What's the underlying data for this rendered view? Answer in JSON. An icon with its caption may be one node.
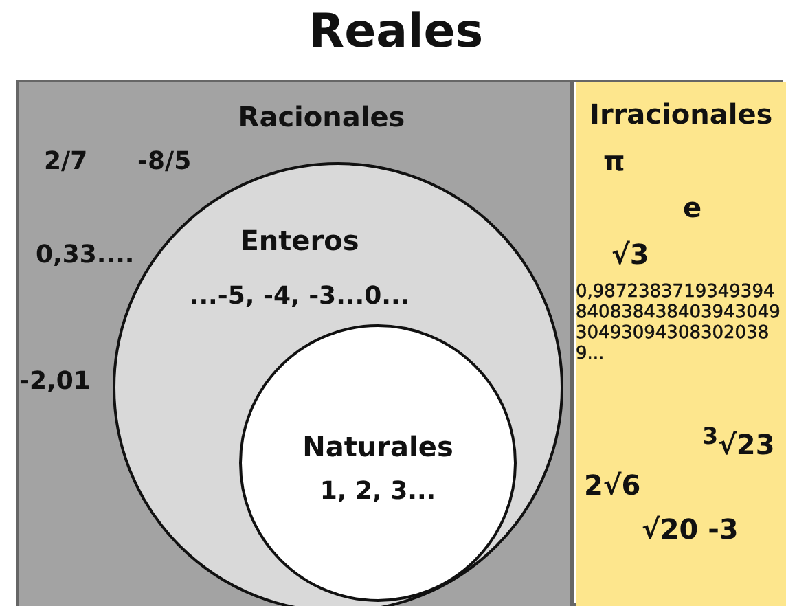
{
  "diagram": {
    "nodes": [
      {
        "text": [
          "Reales"
        ]
      },
      {
        "text": [
          "Racionales",
          "2/7",
          "-8/5",
          "0,33....",
          "-2,01"
        ],
        "in": 0
      },
      {
        "text": [
          "Enteros",
          "...-5, -4, -3...0..."
        ],
        "in": 1
      },
      {
        "text": [
          "Naturales",
          "1, 2, 3..."
        ],
        "in": 2
      },
      {
        "text": [
          "Irracionales",
          "π",
          "e",
          "√3",
          "0,9872383719349394840838438403943049304930943083020389...",
          "$^{3}$√23",
          "2√6",
          "√20 -3"
        ],
        "in": 0
      }
    ]
  }
}
